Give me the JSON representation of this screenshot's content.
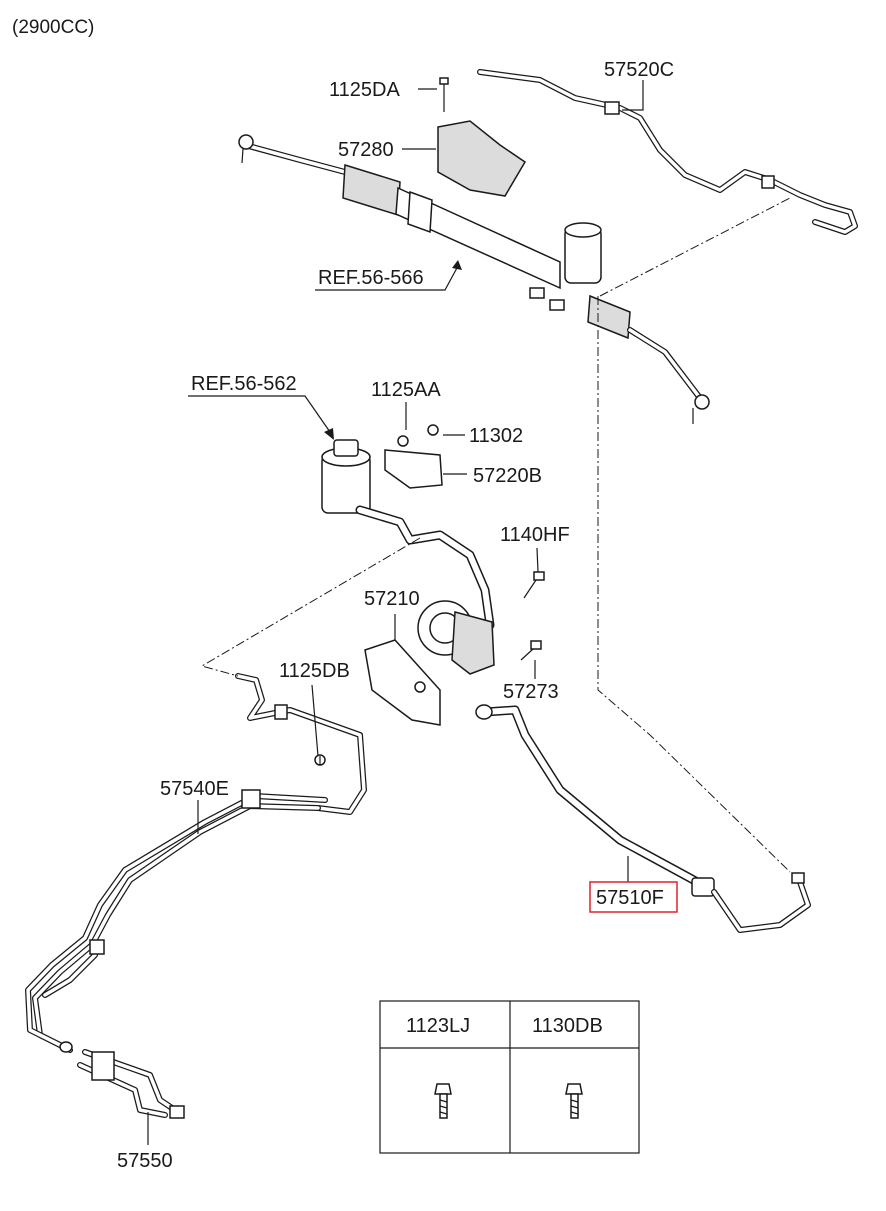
{
  "header": {
    "engine": "(2900CC)"
  },
  "callouts": [
    {
      "id": "c-57520c",
      "text": "57520C"
    },
    {
      "id": "c-1125da",
      "text": "1125DA"
    },
    {
      "id": "c-57280",
      "text": "57280"
    },
    {
      "id": "c-ref56566",
      "text": "REF.56-566"
    },
    {
      "id": "c-ref56562",
      "text": "REF.56-562"
    },
    {
      "id": "c-1125aa",
      "text": "1125AA"
    },
    {
      "id": "c-11302",
      "text": "11302"
    },
    {
      "id": "c-57220b",
      "text": "57220B"
    },
    {
      "id": "c-1140hf",
      "text": "1140HF"
    },
    {
      "id": "c-57210",
      "text": "57210"
    },
    {
      "id": "c-1125db",
      "text": "1125DB"
    },
    {
      "id": "c-57273",
      "text": "57273"
    },
    {
      "id": "c-57540e",
      "text": "57540E"
    },
    {
      "id": "c-57510f",
      "text": "57510F",
      "highlighted": true
    },
    {
      "id": "c-57550",
      "text": "57550"
    }
  ],
  "fastener_table": {
    "columns": [
      "1123LJ",
      "1130DB"
    ]
  },
  "colors": {
    "highlight": "#e0202a",
    "line": "#1a1a1a",
    "background": "#ffffff"
  }
}
